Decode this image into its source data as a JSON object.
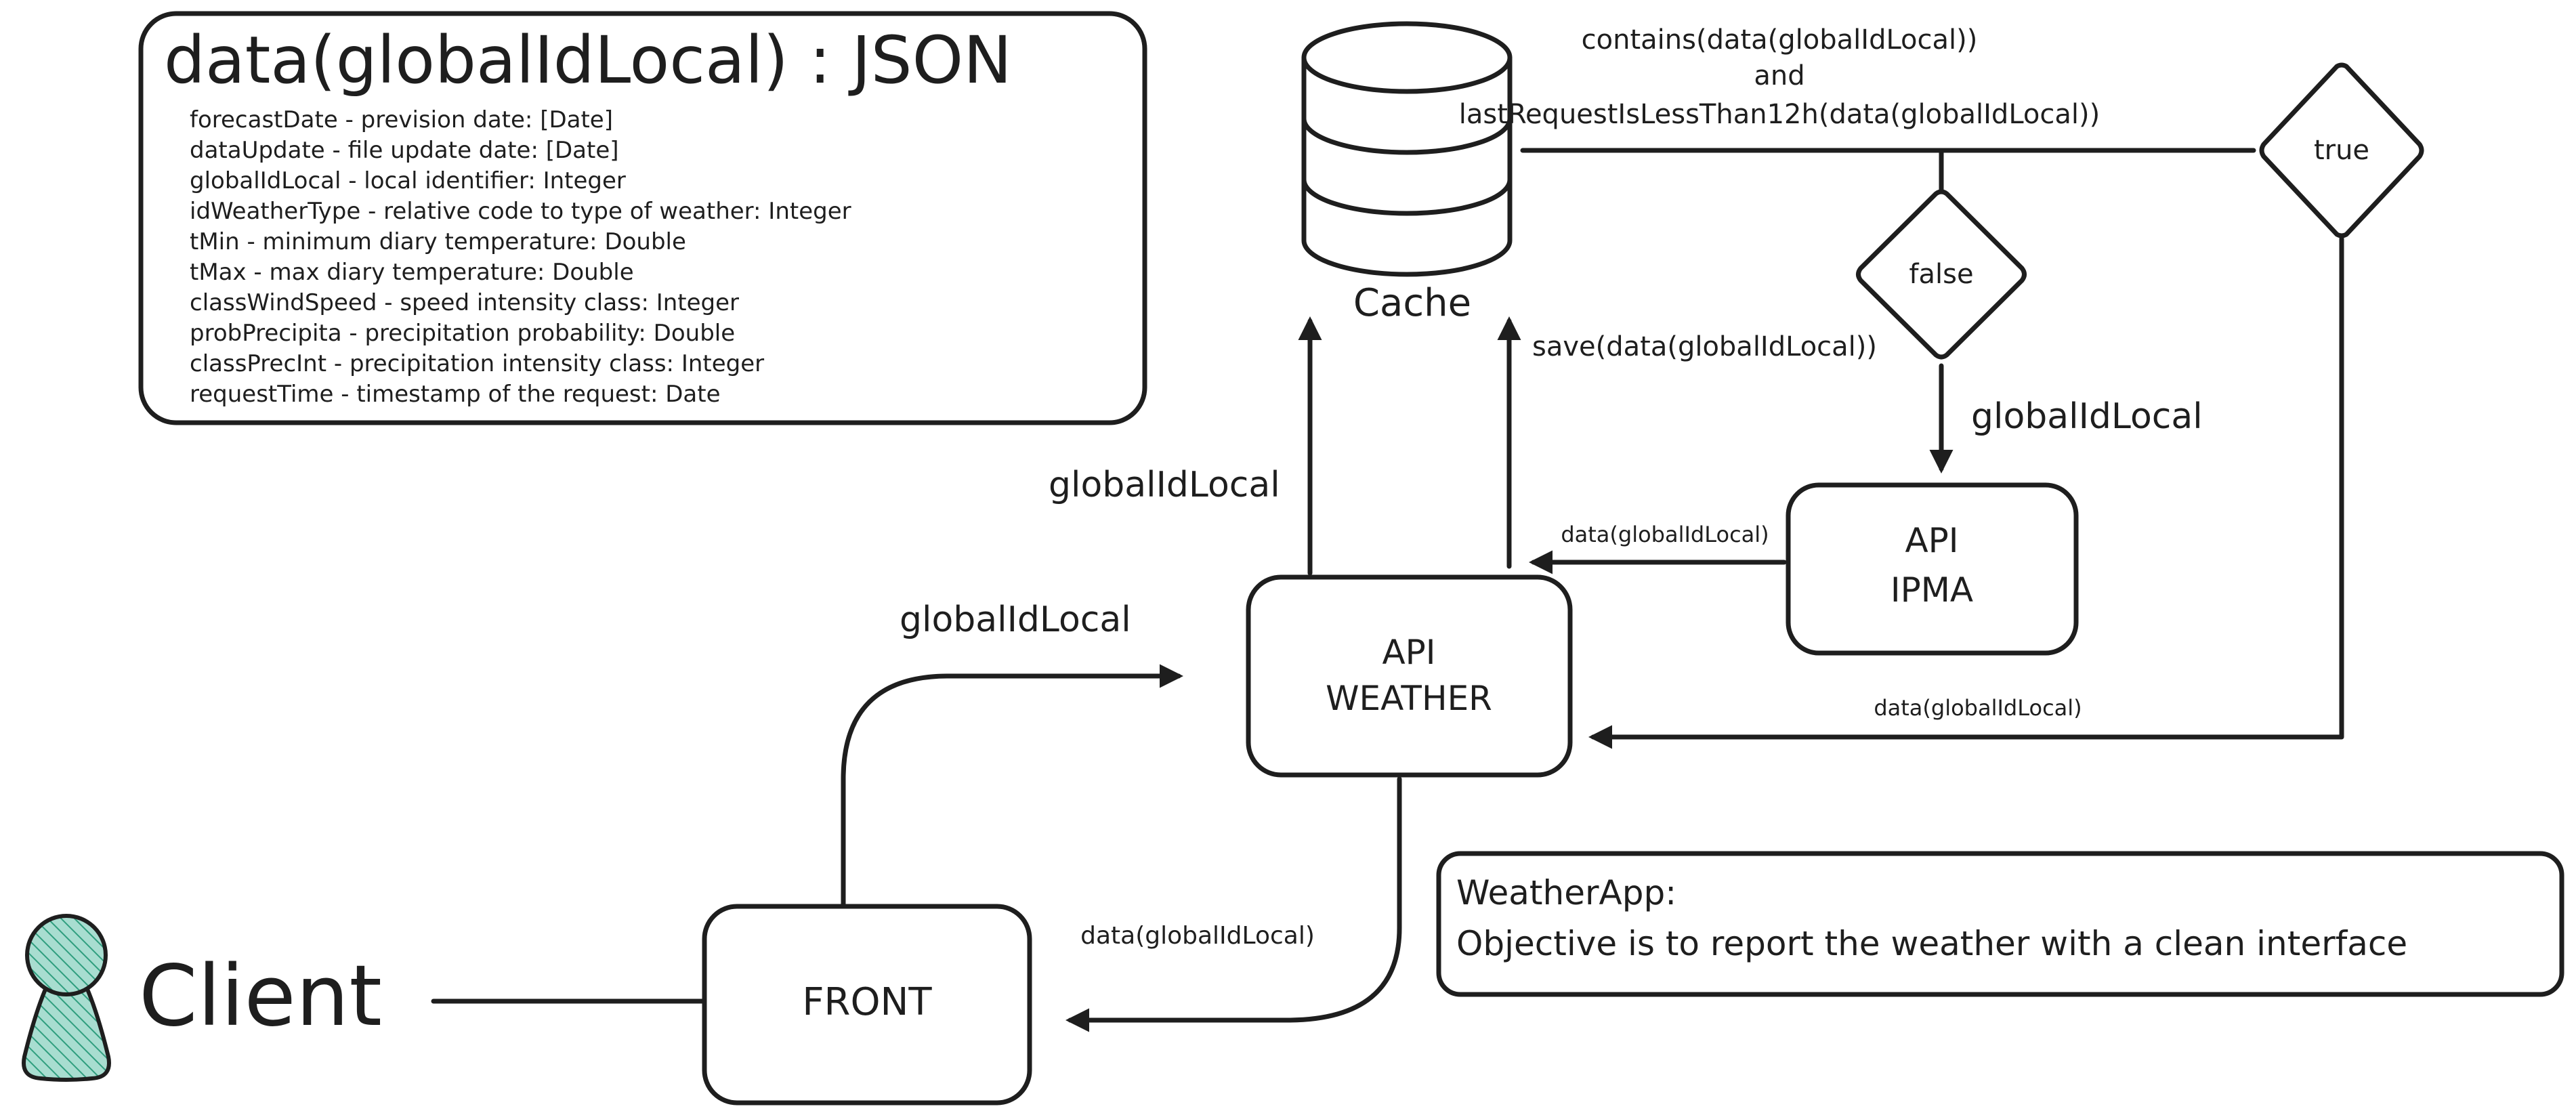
{
  "schema": {
    "title": "data(globalIdLocal) : JSON",
    "fields": [
      "forecastDate - prevision date: [Date]",
      "dataUpdate - file update date: [Date]",
      "globalIdLocal - local identifier: Integer",
      "idWeatherType - relative code to type of weather: Integer",
      "tMin - minimum diary temperature: Double",
      "tMax - max diary temperature: Double",
      "classWindSpeed - speed intensity class: Integer",
      "probPrecipita - precipitation probability: Double",
      "classPrecInt - precipitation intensity class: Integer",
      "requestTime - timestamp of the request: Date"
    ]
  },
  "nodes": {
    "cache": "Cache",
    "api_ipma": [
      "API",
      "IPMA"
    ],
    "api_weather": [
      "API",
      "WEATHER"
    ],
    "front": "FRONT",
    "client": "Client",
    "decision_true": "true",
    "decision_false": "false"
  },
  "labels": {
    "condition": [
      "contains(data(globalIdLocal))",
      "and",
      "lastRequestIsLessThan12h(data(globalIdLocal))"
    ],
    "save": "save(data(globalIdLocal))",
    "false_to_ipma": "globalIdLocal",
    "weather_to_cache": "globalIdLocal",
    "front_to_weather": "globalIdLocal",
    "ipma_to_weather": "data(globalIdLocal)",
    "true_to_weather": "data(globalIdLocal)",
    "weather_to_front": "data(globalIdLocal)"
  },
  "note": {
    "title": "WeatherApp:",
    "body": "Objective is to report the weather with a clean interface"
  },
  "colors": {
    "stroke": "#1e1e1e",
    "client_fill": "#a8ddd0",
    "client_hatch": "#2f9e7e",
    "background": "#ffffff"
  }
}
